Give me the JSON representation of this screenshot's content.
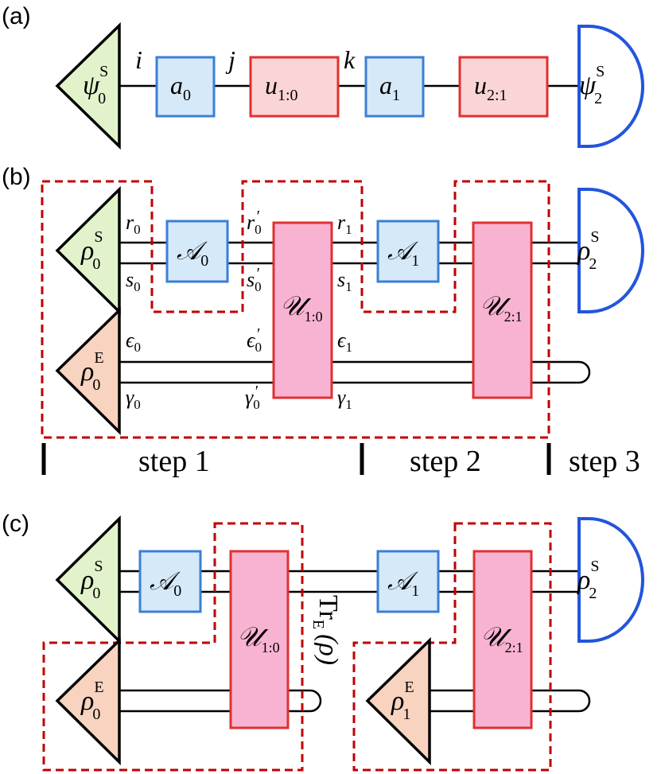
{
  "panels": {
    "a": {
      "label": "(a)",
      "state_in": {
        "base": "ψ",
        "sub": "0",
        "sup": "S"
      },
      "state_out": {
        "base": "ψ",
        "sub": "2",
        "sup": "S"
      },
      "indices": [
        "i",
        "j",
        "k"
      ],
      "boxes": [
        {
          "base": "a",
          "sub": "0"
        },
        {
          "base": "u",
          "sub": "1:0"
        },
        {
          "base": "a",
          "sub": "1"
        },
        {
          "base": "u",
          "sub": "2:1"
        }
      ]
    },
    "b": {
      "label": "(b)",
      "rho_s_in": {
        "base": "ρ",
        "sub": "0",
        "sup": "S"
      },
      "rho_e_in": {
        "base": "ρ",
        "sub": "0",
        "sup": "E"
      },
      "rho_s_out": {
        "base": "ρ",
        "sub": "2",
        "sup": "S"
      },
      "A0": {
        "base": "𝒜",
        "sub": "0"
      },
      "A1": {
        "base": "𝒜",
        "sub": "1"
      },
      "U10": {
        "base": "𝒰",
        "sub": "1:0"
      },
      "U21": {
        "base": "𝒰",
        "sub": "2:1"
      },
      "wire_labels": {
        "r0": {
          "base": "r",
          "sub": "0"
        },
        "s0": {
          "base": "s",
          "sub": "0"
        },
        "r0p": {
          "base": "r",
          "sub": "0",
          "sup": "′"
        },
        "s0p": {
          "base": "s",
          "sub": "0",
          "sup": "′"
        },
        "r1": {
          "base": "r",
          "sub": "1"
        },
        "s1": {
          "base": "s",
          "sub": "1"
        },
        "e0": {
          "base": "ϵ",
          "sub": "0"
        },
        "g0": {
          "base": "γ",
          "sub": "0"
        },
        "e0p": {
          "base": "ϵ",
          "sub": "0",
          "sup": "′"
        },
        "g0p": {
          "base": "γ",
          "sub": "0",
          "sup": "′"
        },
        "e1": {
          "base": "ϵ",
          "sub": "1"
        },
        "g1": {
          "base": "γ",
          "sub": "1"
        }
      },
      "steps": [
        "step 1",
        "step 2",
        "step 3"
      ]
    },
    "c": {
      "label": "(c)",
      "rho_s_in": {
        "base": "ρ",
        "sub": "0",
        "sup": "S"
      },
      "rho_e0": {
        "base": "ρ",
        "sub": "0",
        "sup": "E"
      },
      "rho_e1": {
        "base": "ρ",
        "sub": "1",
        "sup": "E"
      },
      "rho_s_out": {
        "base": "ρ",
        "sub": "2",
        "sup": "S"
      },
      "A0": {
        "base": "𝒜",
        "sub": "0"
      },
      "A1": {
        "base": "𝒜",
        "sub": "1"
      },
      "U10": {
        "base": "𝒰",
        "sub": "1:0"
      },
      "U21": {
        "base": "𝒰",
        "sub": "2:1"
      },
      "trace": {
        "op": "Tr",
        "sub": "E",
        "arg": "(ρ)"
      }
    }
  },
  "colors": {
    "blue_fill": "#d6e9f8",
    "blue_stroke": "#3b7fd6",
    "red_stroke": "#e03030",
    "light_red_fill": "#fbd5d5",
    "pink_fill": "#f9b3d2",
    "green_fill": "#e2f3cc",
    "peach_fill": "#f8d3c0",
    "cap_stroke": "#2255dd",
    "dashed_outline": "#c00000"
  }
}
